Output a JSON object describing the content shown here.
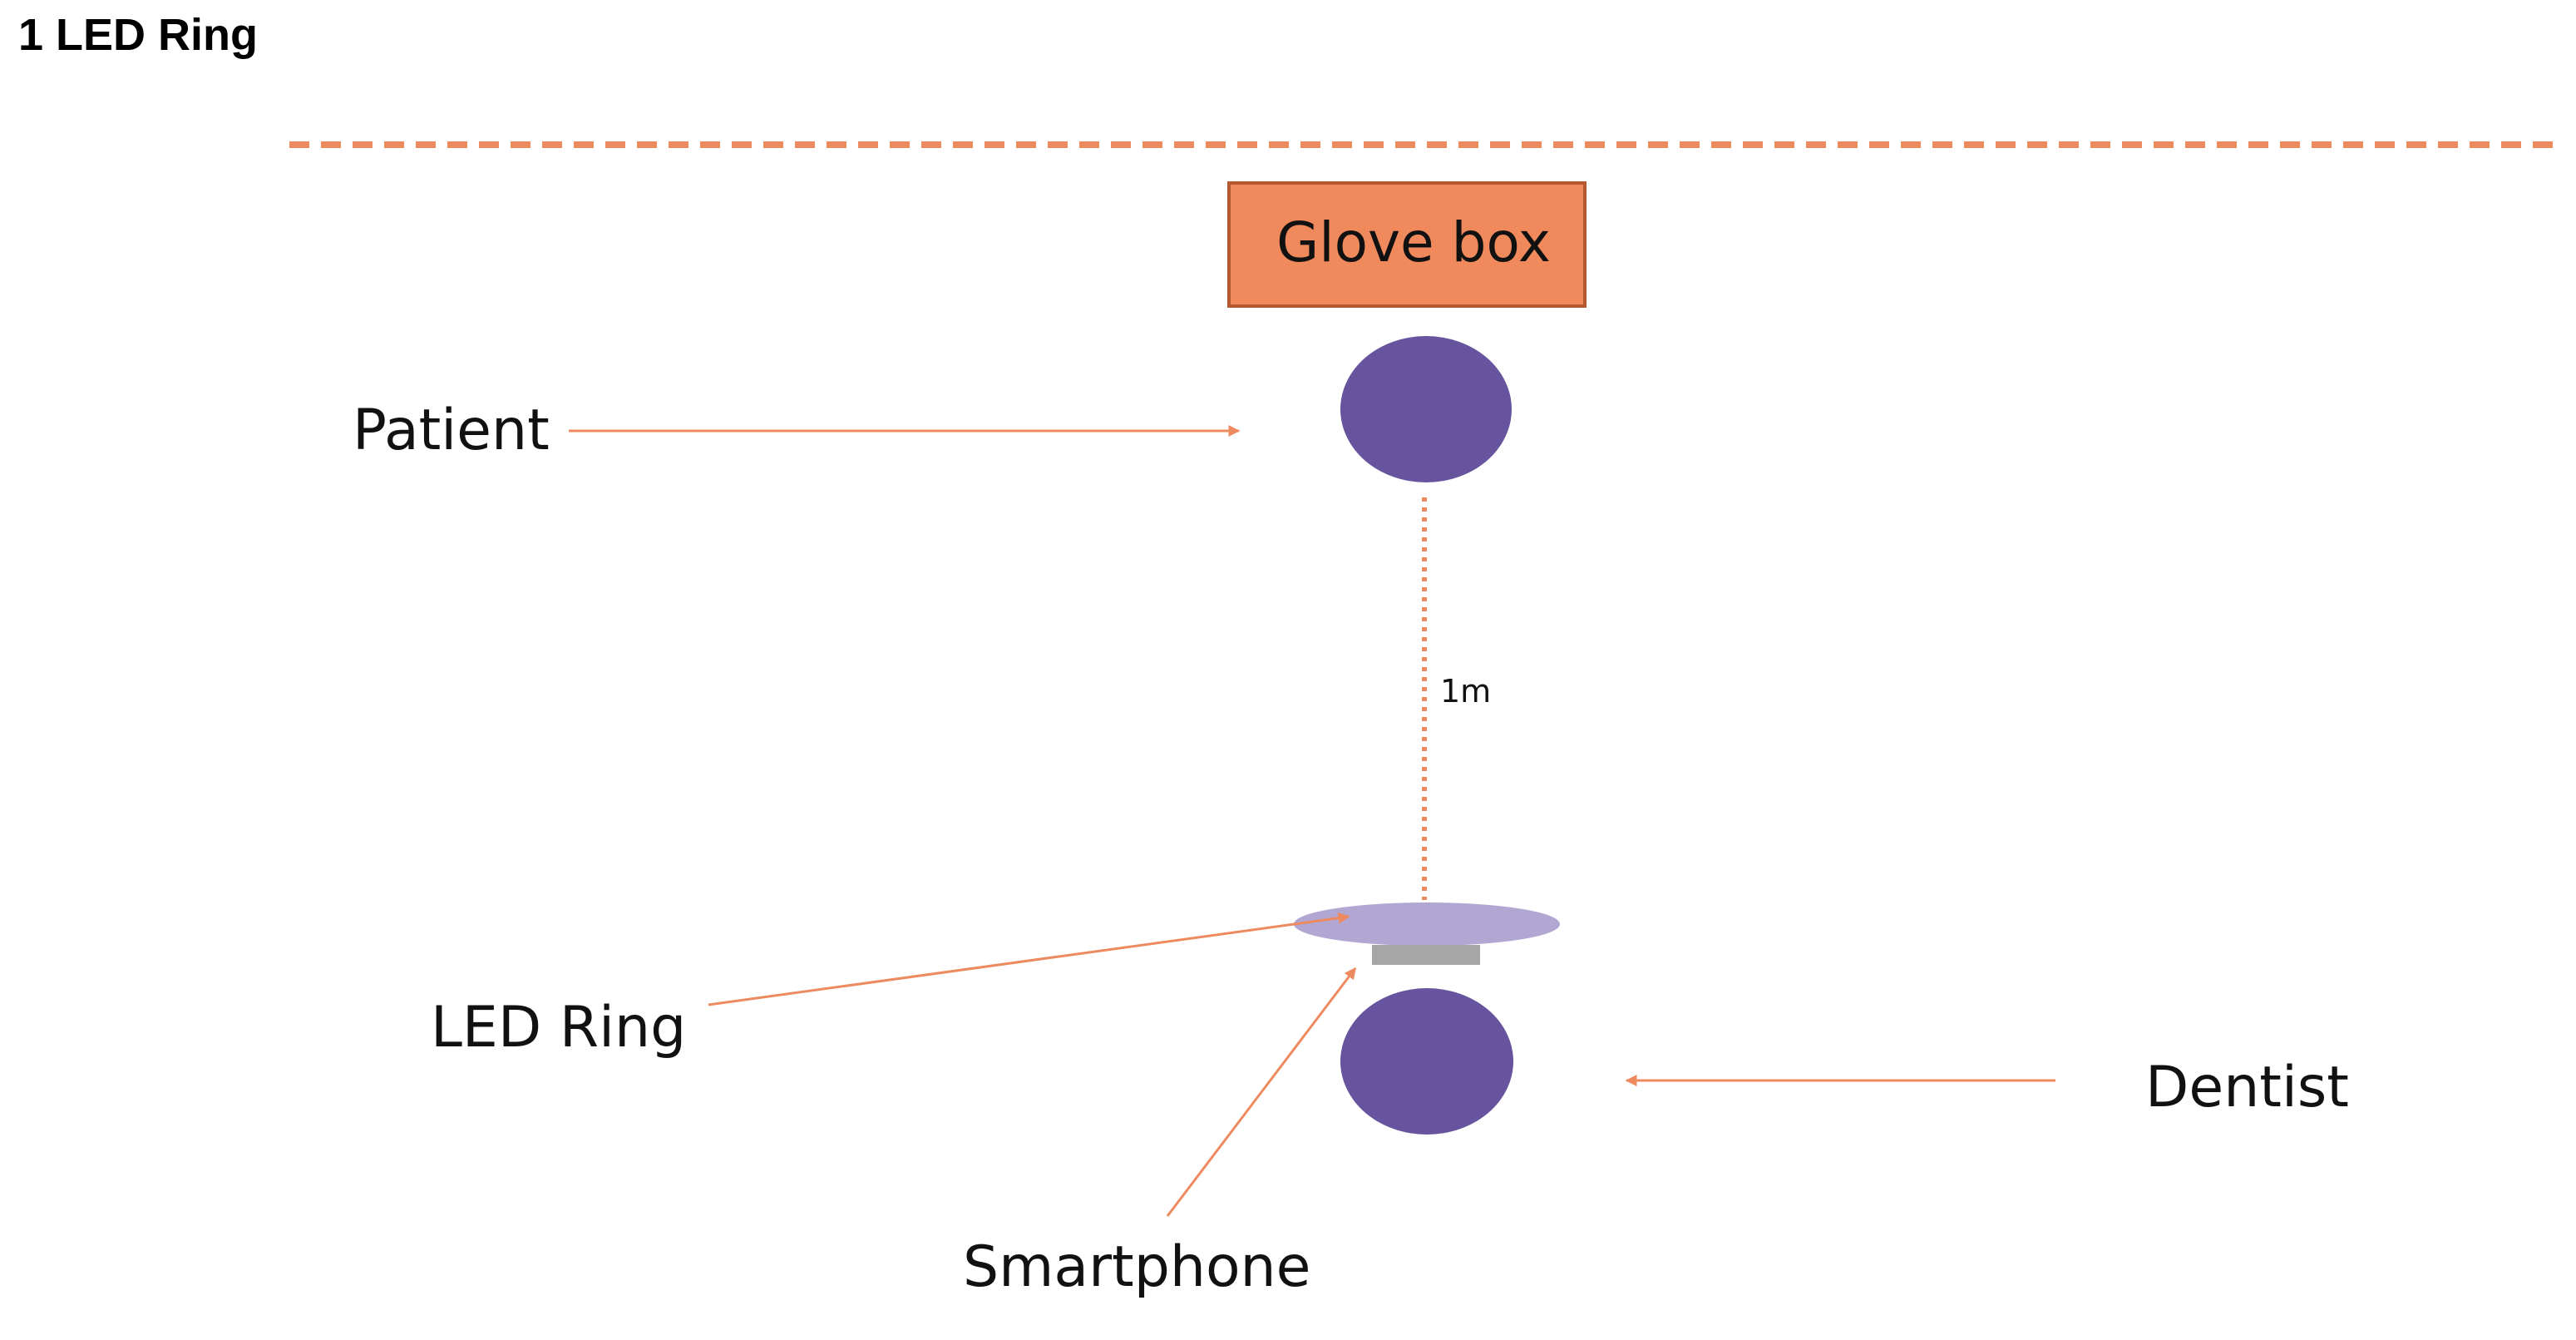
{
  "title": "1 LED Ring",
  "labels": {
    "glove_box": "Glove box",
    "patient": "Patient",
    "distance": "1m",
    "led_ring": "LED Ring",
    "dentist": "Dentist",
    "smartphone": "Smartphone"
  },
  "colors": {
    "accent": "#EE8A5F",
    "glove_box_fill": "#F08A5D",
    "glove_box_border": "#B5582F",
    "person": "#67549E",
    "led_ring": "#B2A6D3",
    "smartphone": "#A6A6A6"
  },
  "icons": {
    "patient": "person-head-circle",
    "dentist": "person-head-circle",
    "led_ring": "ellipse",
    "smartphone": "grey-rectangle"
  }
}
